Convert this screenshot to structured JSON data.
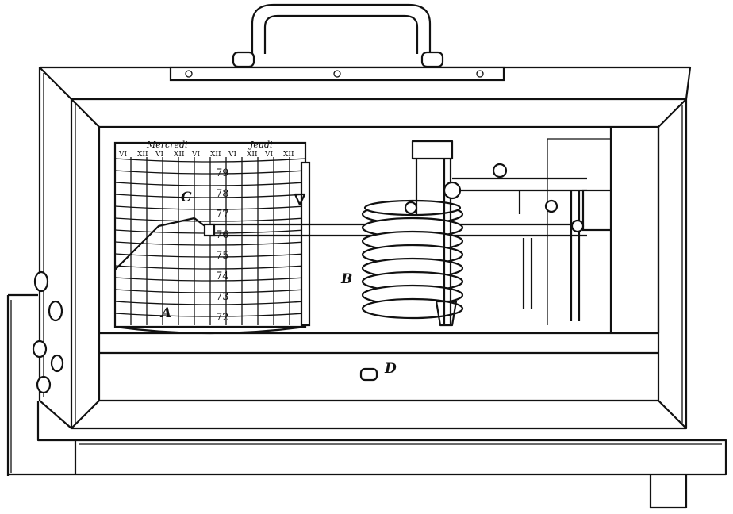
{
  "labels": {
    "A": "A",
    "B": "B",
    "C": "C",
    "D": "D"
  },
  "drum": {
    "days": [
      "Mercredi",
      "Jeudi"
    ],
    "hours": [
      "VI",
      "XII",
      "VI",
      "XII",
      "VI",
      "XII",
      "VI",
      "XII",
      "VI",
      "XII"
    ],
    "scale": [
      "79",
      "78",
      "77",
      "76",
      "75",
      "74",
      "73",
      "72"
    ]
  }
}
